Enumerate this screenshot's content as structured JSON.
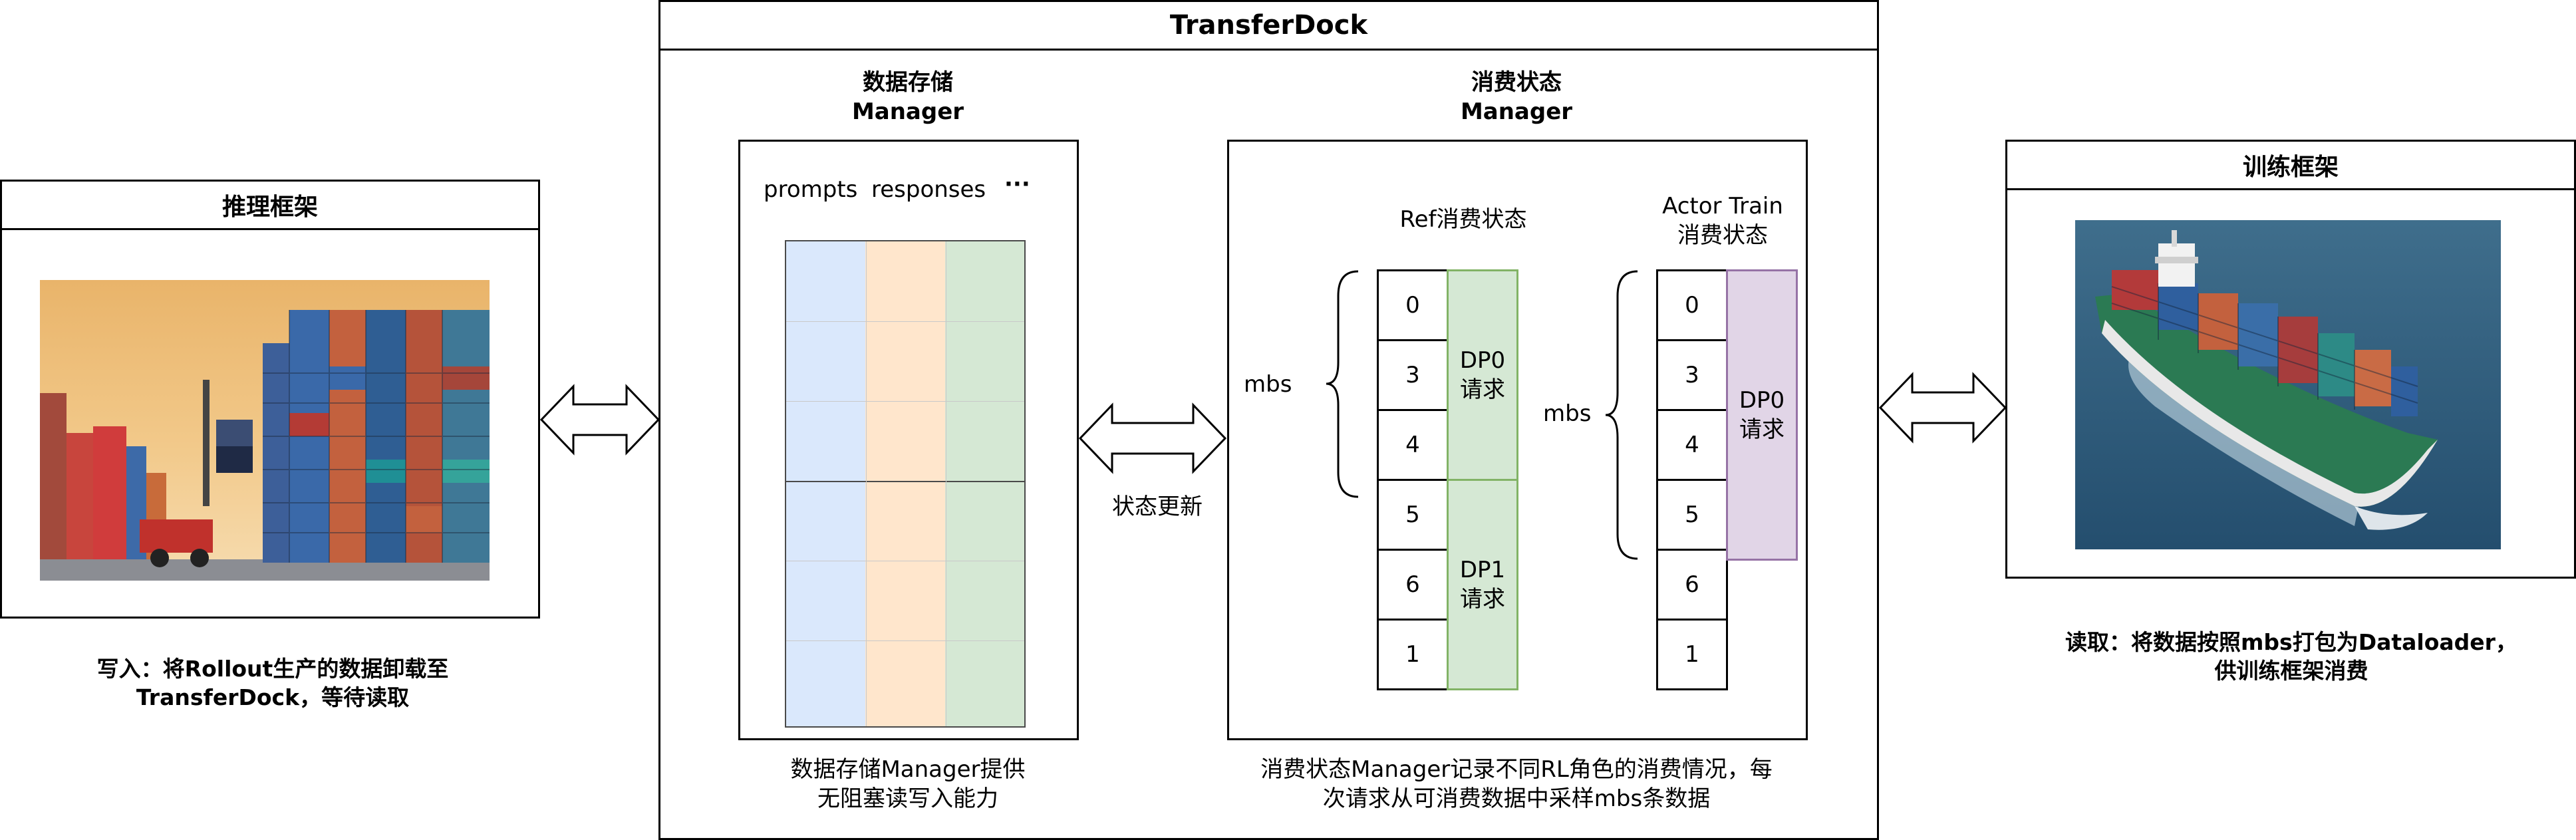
{
  "title": "TransferDock",
  "infer": {
    "title": "推理框架",
    "caption_line1": "写入：将Rollout生产的数据卸载至",
    "caption_line2": "TransferDock，等待读取"
  },
  "train": {
    "title": "训练框架",
    "caption_line1": "读取：将数据按照mbs打包为Dataloader，",
    "caption_line2": "供训练框架消费"
  },
  "storage": {
    "title_line1": "数据存储",
    "title_line2": "Manager",
    "col_prompts": "prompts",
    "col_responses": "responses",
    "col_more": "···",
    "caption_line1": "数据存储Manager提供",
    "caption_line2": "无阻塞读写入能力"
  },
  "consume": {
    "title_line1": "消费状态",
    "title_line2": "Manager",
    "ref_label": "Ref消费状态",
    "actor_label_line1": "Actor Train",
    "actor_label_line2": "消费状态",
    "mbs_label": "mbs",
    "ref_cells": [
      "0",
      "3",
      "4",
      "5",
      "6",
      "1"
    ],
    "actor_cells": [
      "0",
      "3",
      "4",
      "5",
      "6",
      "1"
    ],
    "dp0_line1": "DP0",
    "dp0_line2": "请求",
    "dp1_line1": "DP1",
    "dp1_line2": "请求",
    "caption_line1": "消费状态Manager记录不同RL角色的消费情况，每",
    "caption_line2": "次请求从可消费数据中采样mbs条数据"
  },
  "update_label": "状态更新",
  "colors": {
    "blue": "#dae8fc",
    "orange": "#ffe6cc",
    "green": "#d5e8d4",
    "green_border": "#82b366",
    "purple": "#e1d5e7",
    "purple_border": "#9673a6"
  }
}
